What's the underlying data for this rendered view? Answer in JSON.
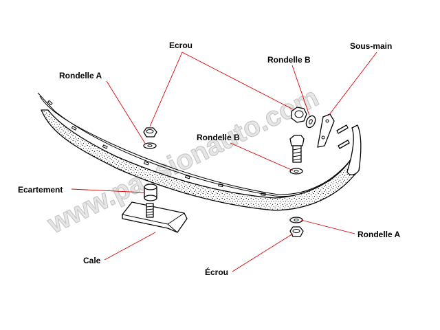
{
  "watermark": "www.passionauto.com",
  "labels": {
    "ecrou_top": "Ecrou",
    "rondelle_a_left": "Rondelle A",
    "rondelle_b_top": "Rondelle B",
    "sous_main": "Sous-main",
    "rondelle_b_mid": "Rondelle B",
    "ecartement": "Ecartement",
    "cale": "Cale",
    "rondelle_a_right": "Rondelle A",
    "ecrou_bottom": "Écrou"
  },
  "colors": {
    "leader": "#d40000",
    "ink": "#000000",
    "watermark": "#e6e6e6"
  }
}
